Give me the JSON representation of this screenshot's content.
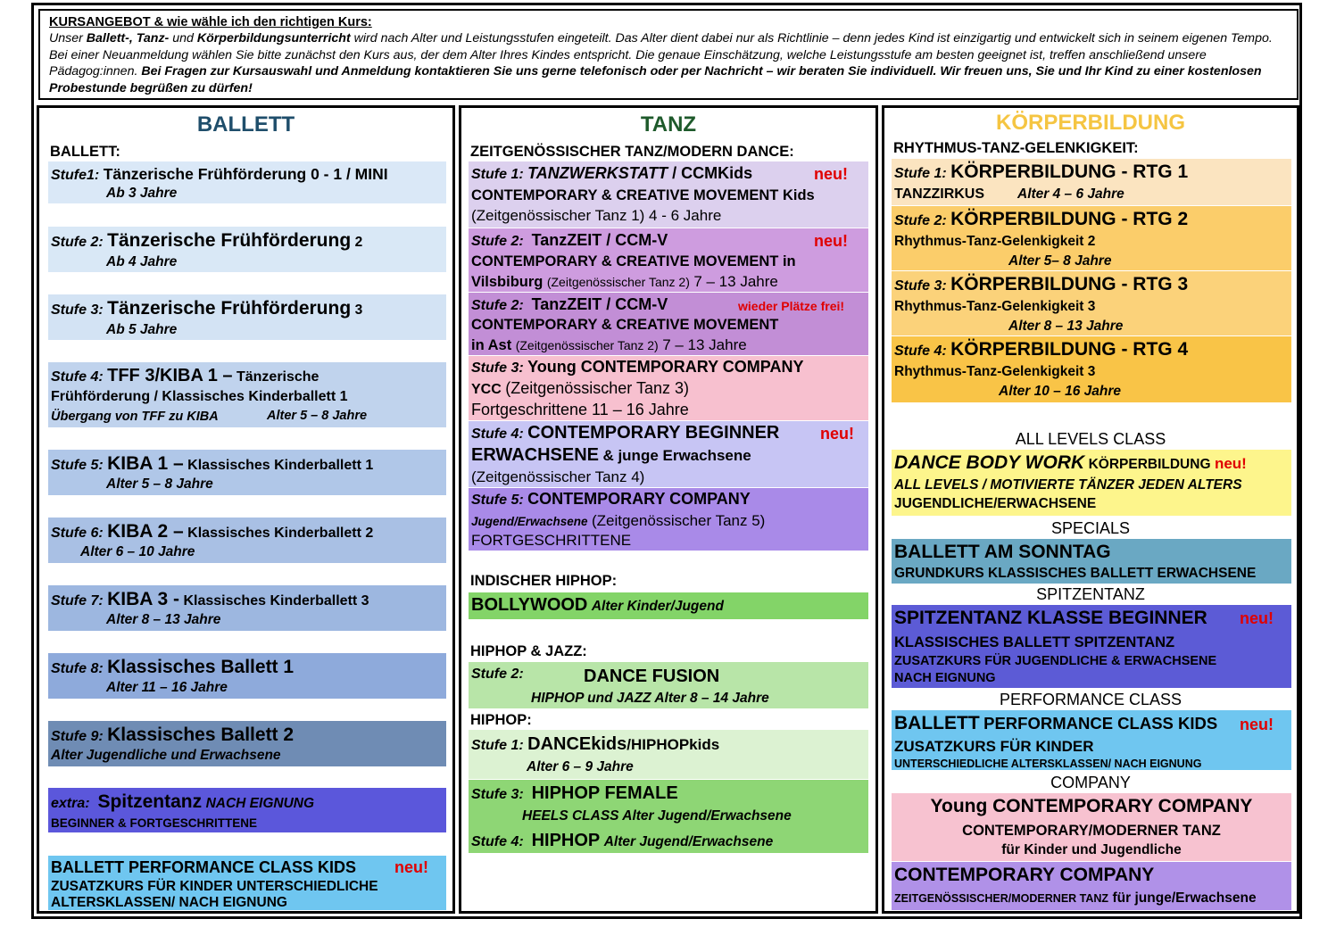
{
  "intro": {
    "heading": "KURSANGEBOT & wie wähle ich den richtigen Kurs:",
    "p1": "Unser ",
    "b1": "Ballett-, Tanz-",
    "p2": " und ",
    "b2": "Körperbildungsunterricht",
    "p3": " wird nach Alter und Leistungsstufen eingeteilt. Das Alter dient dabei nur als Richtlinie – denn jedes Kind ist einzigartig und entwickelt sich in seinem eigenen Tempo. Bei einer Neuanmeldung wählen Sie bitte zunächst den Kurs aus, der dem Alter Ihres Kindes entspricht. Die genaue Einschätzung, welche Leistungsstufe am besten geeignet ist, treffen anschließend unsere Pädagog:innen. ",
    "b3": "Bei Fragen zur Kursauswahl und Anmeldung kontaktieren Sie uns gerne telefonisch oder per Nachricht – wir beraten Sie individuell. Wir freuen uns, Sie und Ihr Kind zu einer kostenlosen Probestunde begrüßen zu dürfen!"
  },
  "colors": {
    "ballett_title": "#1f4e6b",
    "tanz_title": "#1e5a2b",
    "koerper_title": "#f5c542",
    "neu": "#e00000"
  },
  "ballett": {
    "title": "BALLETT",
    "subtitle": "BALLETT:",
    "s1": {
      "stufe": "Stufe1:",
      "name": "Tänzerische Frühförderung 0 - 1 / MINI",
      "age": "Ab 3 Jahre"
    },
    "s2": {
      "stufe": "Stufe 2:",
      "name": "Tänzerische Frühförderung",
      "num": "2",
      "age": "Ab 4 Jahre"
    },
    "s3": {
      "stufe": "Stufe 3:",
      "name": "Tänzerische Frühförderung",
      "num": "3",
      "age": "Ab 5  Jahre"
    },
    "s4": {
      "stufe": "Stufe 4:",
      "name": "TFF 3/KIBA 1 –",
      "rest": "Tänzerische",
      "line2": "Frühförderung / Klassisches Kinderballett 1",
      "line3": "Übergang von TFF zu KIBA",
      "age": "Alter 5 – 8 Jahre"
    },
    "s5": {
      "stufe": "Stufe 5:",
      "name": "KIBA 1 –",
      "rest": "Klassisches Kinderballett 1",
      "age": "Alter 5 – 8 Jahre"
    },
    "s6": {
      "stufe": "Stufe 6:",
      "name": "KIBA 2 –",
      "rest": "Klassisches Kinderballett 2",
      "age": "Alter 6 – 10 Jahre"
    },
    "s7": {
      "stufe": "Stufe 7:",
      "name": "KIBA 3 -",
      "rest": "Klassisches Kinderballett 3",
      "age": "Alter 8 – 13  Jahre"
    },
    "s8": {
      "stufe": "Stufe 8:",
      "name": "Klassisches Ballett 1",
      "age": "Alter 11 – 16 Jahre"
    },
    "s9": {
      "stufe": "Stufe 9:",
      "name": "Klassisches Ballett 2",
      "age": "Alter Jugendliche und Erwachsene"
    },
    "extra": {
      "stufe": "extra:",
      "name": "Spitzentanz",
      "rest": "NACH EIGNUNG",
      "line2": "BEGINNER & FORTGESCHRITTENE"
    },
    "perf": {
      "name": "BALLETT PERFORMANCE CLASS KIDS",
      "neu": "neu!",
      "line2": "ZUSATZKURS FÜR KINDER UNTERSCHIEDLICHE",
      "line3": "ALTERSKLASSEN/ NACH EIGNUNG"
    }
  },
  "tanz": {
    "title": "TANZ",
    "subtitle": "ZEITGENÖSSISCHER TANZ/MODERN DANCE:",
    "s1": {
      "stufe": "Stufe 1:",
      "name": "TANZWERKSTATT",
      "rest": " / CCMKids",
      "neu": "neu!",
      "line2": "CONTEMPORARY & CREATIVE MOVEMENT Kids",
      "line3": "(Zeitgenössischer Tanz 1) 4 - 6 Jahre"
    },
    "s2a": {
      "stufe": "Stufe 2:",
      "name": "TanzZEIT / CCM-V",
      "neu": "neu!",
      "line2": "CONTEMPORARY & CREATIVE MOVEMENT in",
      "line3a": "Vilsbiburg",
      "line3b": "(Zeitgenössischer Tanz 2)",
      "line3c": "7 – 13 Jahre"
    },
    "s2b": {
      "stufe": "Stufe 2:",
      "name": "TanzZEIT / CCM-V",
      "neu": "wieder Plätze frei!",
      "line2": "CONTEMPORARY & CREATIVE MOVEMENT",
      "line3a": "in Ast",
      "line3b": "(Zeitgenössischer Tanz 2)",
      "line3c": "7 – 13 Jahre"
    },
    "s3": {
      "stufe": "Stufe 3:",
      "name": "Young CONTEMPORARY COMPANY",
      "line2a": "YCC",
      "line2b": "(Zeitgenössischer Tanz 3)",
      "line3": "Fortgeschrittene 11 – 16 Jahre"
    },
    "s4": {
      "stufe": "Stufe 4:",
      "name": "CONTEMPORARY BEGINNER",
      "neu": "neu!",
      "line2a": "ERWACHSENE",
      "line2b": "& junge Erwachsene",
      "line3": "(Zeitgenössischer Tanz 4)"
    },
    "s5": {
      "stufe": "Stufe 5:",
      "name": "CONTEMPORARY COMPANY",
      "line2a": "Jugend/Erwachsene",
      "line2b": "(Zeitgenössischer Tanz 5)",
      "line3": "FORTGESCHRITTENE"
    },
    "indisch": {
      "subtitle": "INDISCHER HIPHOP:",
      "name": "BOLLYWOOD",
      "age": "Alter Kinder/Jugend"
    },
    "hhj": {
      "subtitle": "HIPHOP & JAZZ:",
      "stufe": "Stufe 2:",
      "name": "DANCE FUSION",
      "age": "HIPHOP und JAZZ  Alter 8 – 14 Jahre"
    },
    "hiphop": {
      "subtitle": "HIPHOP:",
      "s1stufe": "Stufe 1:",
      "s1name": "DANCEkids",
      "s1rest": "/HIPHOPkids",
      "s1age": "Alter 6 – 9 Jahre",
      "s3stufe": "Stufe 3:",
      "s3name": "HIPHOP FEMALE",
      "s3age": "HEELS CLASS Alter Jugend/Erwachsene",
      "s4stufe": "Stufe 4:",
      "s4name": "HIPHOP",
      "s4age": "Alter Jugend/Erwachsene"
    }
  },
  "koerper": {
    "title": "KÖRPERBILDUNG",
    "subtitle": "RHYTHMUS-TANZ-GELENKIGKEIT:",
    "s1": {
      "stufe": "Stufe 1:",
      "name": "KÖRPERBILDUNG - RTG 1",
      "line2": "TANZZIRKUS",
      "age": "Alter 4 – 6 Jahre"
    },
    "s2": {
      "stufe": "Stufe 2:",
      "name": "KÖRPERBILDUNG - RTG 2",
      "line2": "Rhythmus-Tanz-Gelenkigkeit 2",
      "age": "Alter 5– 8 Jahre"
    },
    "s3": {
      "stufe": "Stufe 3:",
      "name": "KÖRPERBILDUNG - RTG 3",
      "line2": "Rhythmus-Tanz-Gelenkigkeit 3",
      "age": "Alter 8 – 13 Jahre"
    },
    "s4": {
      "stufe": "Stufe 4:",
      "name": "KÖRPERBILDUNG - RTG 4",
      "line2": "Rhythmus-Tanz-Gelenkigkeit 3",
      "age": "Alter 10 – 16 Jahre"
    },
    "all_levels": {
      "header": "ALL LEVELS CLASS",
      "name": "DANCE BODY WORK",
      "rest": "KÖRPERBILDUNG",
      "neu": "neu!",
      "line2": "ALL LEVELS / MOTIVIERTE TÄNZER JEDEN ALTERS",
      "line3": "JUGENDLICHE/ERWACHSENE"
    },
    "specials": {
      "header": "SPECIALS",
      "name": "BALLETT AM SONNTAG",
      "line2": "GRUNDKURS KLASSISCHES BALLETT ERWACHSENE"
    },
    "spitze": {
      "header": "SPITZENTANZ",
      "name": "SPITZENTANZ KLASSE BEGINNER",
      "neu": "neu!",
      "line2": "KLASSISCHES BALLETT SPITZENTANZ",
      "line3": "ZUSATZKURS FÜR JUGENDLICHE & ERWACHSENE",
      "line4": "NACH EIGNUNG"
    },
    "perf": {
      "header": "PERFORMANCE CLASS",
      "name": "BALLETT",
      "rest": "PERFORMANCE CLASS KIDS",
      "neu": "neu!",
      "line2": "ZUSATZKURS FÜR KINDER",
      "line3": "UNTERSCHIEDLICHE ALTERSKLASSEN/ NACH EIGNUNG"
    },
    "company": {
      "header": "COMPANY",
      "ycc": "Young CONTEMPORARY COMPANY",
      "ycc2": "CONTEMPORARY/MODERNER TANZ",
      "ycc3": "für Kinder und Jugendliche",
      "cc": "CONTEMPORARY COMPANY",
      "cc2a": "ZEITGENÖSSISCHER/MODERNER TANZ",
      "cc2b": "für junge/Erwachsene"
    }
  }
}
